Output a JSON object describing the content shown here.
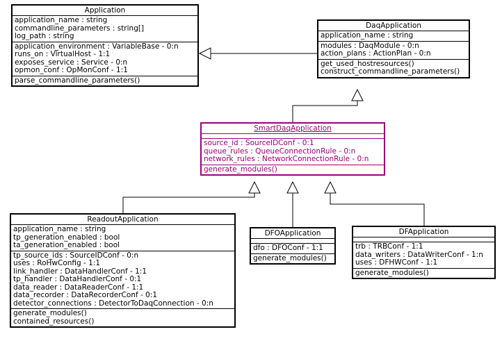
{
  "classes": {
    "application": {
      "name": "Application",
      "attrs": [
        "application_name : string",
        "commandline_parameters : string[]",
        "log_path : string"
      ],
      "relations": [
        "application_environment : VariableBase - 0:n",
        "runs_on : VirtualHost - 1:1",
        "exposes_service : Service - 0:n",
        "opmon_conf : OpMonConf - 1:1"
      ],
      "methods": [
        "parse_commandline_parameters()"
      ]
    },
    "daq_application": {
      "name": "DaqApplication",
      "attrs": [
        "application_name : string"
      ],
      "relations": [
        "modules : DaqModule - 0:n",
        "action_plans : ActionPlan - 0:n"
      ],
      "methods": [
        "get_used_hostresources()",
        "construct_commandline_parameters()"
      ]
    },
    "smart_daq_application": {
      "name": "SmartDaqApplication",
      "attrs": [],
      "relations": [
        "source_id : SourceIDConf - 0:1",
        "queue_rules : QueueConnectionRule - 0:n",
        "network_rules : NetworkConnectionRule - 0:n"
      ],
      "methods": [
        "generate_modules()"
      ]
    },
    "readout_application": {
      "name": "ReadoutApplication",
      "attrs": [
        "application_name : string",
        "tp_generation_enabled : bool",
        "ta_generation_enabled : bool"
      ],
      "relations": [
        "tp_source_ids : SourceIDConf - 0:n",
        "uses : RoHwConfig - 1:1",
        "link_handler : DataHandlerConf - 1:1",
        "tp_handler : DataHandlerConf - 0:1",
        "data_reader : DataReaderConf - 1:1",
        "data_recorder : DataRecorderConf - 0:1",
        "detector_connections : DetectorToDaqConnection - 0:n"
      ],
      "methods": [
        "generate_modules()",
        "contained_resources()"
      ]
    },
    "dfo_application": {
      "name": "DFOApplication",
      "attrs": [],
      "relations": [
        "dfo : DFOConf - 1:1"
      ],
      "methods": [
        "generate_modules()"
      ]
    },
    "df_application": {
      "name": "DFApplication",
      "attrs": [],
      "relations": [
        "trb : TRBConf - 1:1",
        "data_writers : DataWriterConf - 1:n",
        "uses : DFHWConf - 1:1"
      ],
      "methods": [
        "generate_modules()"
      ]
    }
  },
  "colors": {
    "line": "#000000",
    "smart_accent": "#990077"
  }
}
